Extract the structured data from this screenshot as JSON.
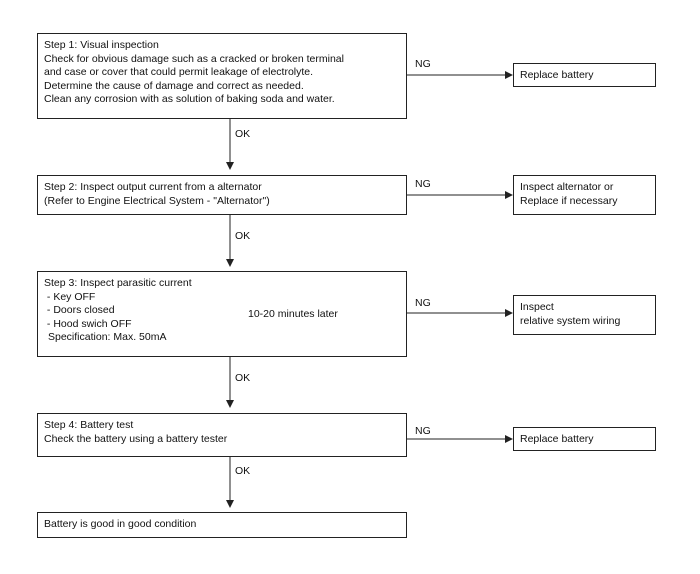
{
  "step1": {
    "lines": [
      "Step 1: Visual inspection",
      "Check for obvious damage such as a cracked or broken terminal",
      "and case or cover that could permit leakage of electrolyte.",
      "Determine the cause of damage and correct as needed.",
      "Clean any corrosion with as solution of baking soda and water."
    ],
    "ng_label": "NG",
    "ng_result": [
      "Replace battery"
    ],
    "ok_label": "OK"
  },
  "step2": {
    "lines": [
      "Step 2: Inspect output current from a alternator",
      "(Refer to Engine Electrical System - \"Alternator\")"
    ],
    "ng_label": "NG",
    "ng_result": [
      "Inspect alternator or",
      "Replace if necessary"
    ],
    "ok_label": "OK"
  },
  "step3": {
    "title": "Step 3: Inspect parasitic current",
    "items": [
      " - Key OFF",
      " - Doors closed",
      " - Hood swich OFF"
    ],
    "bracket_note": "10-20 minutes later",
    "spec": "Specification: Max. 50mA",
    "ng_label": "NG",
    "ng_result": [
      "Inspect",
      "relative system wiring"
    ],
    "ok_label": "OK"
  },
  "step4": {
    "lines": [
      "Step 4: Battery test",
      "Check the battery using a battery tester"
    ],
    "ng_label": "NG",
    "ng_result": [
      "Replace battery"
    ],
    "ok_label": "OK"
  },
  "final": {
    "text": "Battery is good in good condition"
  }
}
